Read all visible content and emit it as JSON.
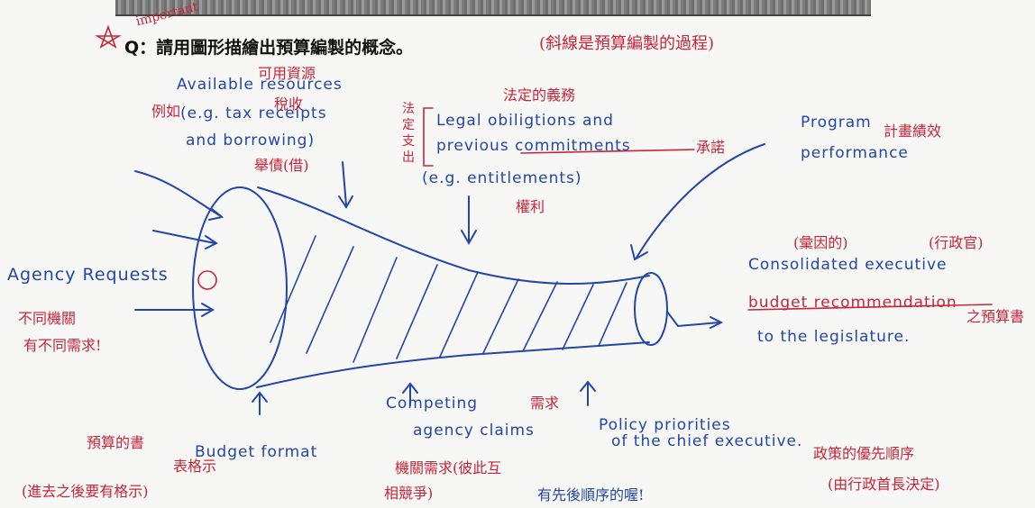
{
  "question": "Q：請用圖形描繪出預算編製的概念。",
  "annotations_red": {
    "question_note": "(斜線是預算編製的過程)",
    "important": "important",
    "available_zh": "可用資源",
    "tax_zh": "稅收",
    "eg_zh": "例如",
    "borrowing_zh": "舉債(借)",
    "legal_zh": "法定的義務",
    "legal_side": "法定支出",
    "commitments_zh": "承諾",
    "entitlements_zh": "權利",
    "program_zh": "計畫績效",
    "consolidated_zh": "(彙因的)",
    "executive_zh": "(行政官)",
    "budget_book_zh": "之預算書",
    "agency_zh1": "不同機關",
    "agency_zh2": "有不同需求!",
    "budget_format_zh1": "預算的書",
    "budget_format_zh2": "表格示",
    "budget_format_zh3": "(進去之後要有格示)",
    "competing_zh1": "需求",
    "competing_zh2": "機關需求(彼此互",
    "competing_zh3": "相競爭)",
    "policy_zh1": "政策的優先順序",
    "policy_zh2": "(由行政首長決定)",
    "bottom_note": "有先後順序的喔!"
  },
  "annotations_blue": {
    "available_1": "Available resources",
    "available_2": "(e.g. tax receipts",
    "available_3": "and borrowing)",
    "legal_1": "Legal obiligtions and",
    "legal_2": "previous commitments",
    "legal_3": "(e.g. entitlements)",
    "program_1": "Program",
    "program_2": "performance",
    "consolidated_1": "Consolidated executive",
    "consolidated_2": "budget recommendation",
    "consolidated_3": "to the legislature.",
    "agency": "Agency Requests",
    "budget_format": "Budget format",
    "competing_1": "Competing",
    "competing_2": "agency claims",
    "policy_1": "Policy priorities",
    "policy_2": "of the chief executive."
  },
  "colors": {
    "ink_blue": "#2346a8",
    "ink_red": "#c8253a",
    "paper": "#f7f7f5"
  }
}
